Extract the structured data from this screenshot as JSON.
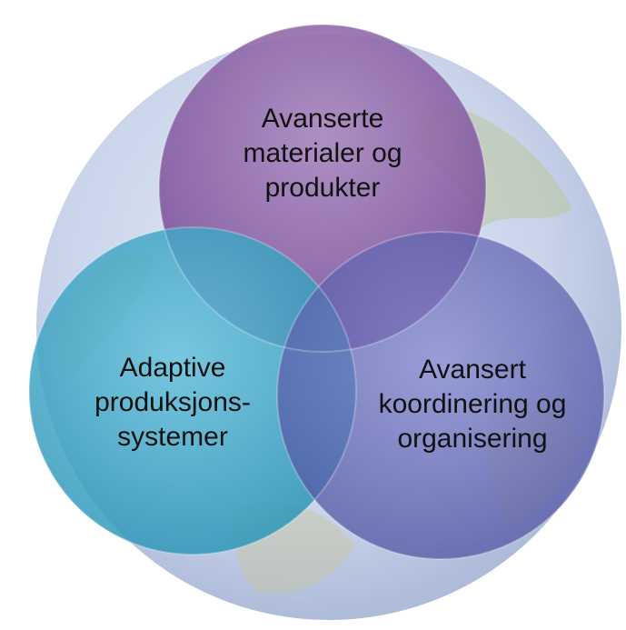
{
  "circles": [
    {
      "id": "materials",
      "lines": [
        "Avanserte",
        "materialer og",
        "produkter"
      ],
      "color": "#8e67a8"
    },
    {
      "id": "production",
      "lines": [
        "Adaptive",
        "produksjons-",
        "systemer"
      ],
      "color": "#3ba9c8"
    },
    {
      "id": "coordination",
      "lines": [
        "Avansert",
        "koordinering og",
        "organisering"
      ],
      "color": "#6469b8"
    }
  ],
  "background": {
    "globe_color": "#c9d5ea",
    "land_color": "#b8c89a"
  }
}
